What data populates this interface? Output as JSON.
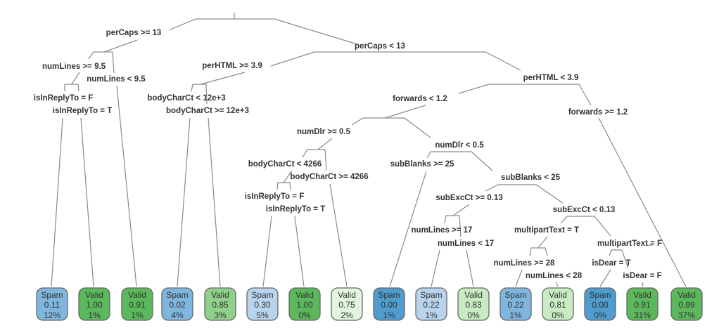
{
  "diagram": {
    "type": "decision-tree",
    "class_labels": [
      "Spam",
      "Valid"
    ],
    "colors": {
      "spam_strong": "#4f9ccf",
      "spam_mid": "#7fb6dd",
      "spam_light": "#b8d4ec",
      "valid_strong": "#5cb85c",
      "valid_mid": "#8fd08a",
      "valid_light": "#c8ebc2",
      "valid_pale": "#e2f5de",
      "branch": "#8a8a8a",
      "text": "#333333"
    },
    "splits": [
      {
        "id": "s1",
        "label": "perCaps >= 13"
      },
      {
        "id": "s2",
        "label": "perCaps < 13"
      },
      {
        "id": "s3",
        "label": "numLines >= 9.5"
      },
      {
        "id": "s4",
        "label": "numLines < 9.5"
      },
      {
        "id": "s5",
        "label": "isInReplyTo = F"
      },
      {
        "id": "s6",
        "label": "isInReplyTo = T"
      },
      {
        "id": "s7",
        "label": "perHTML >= 3.9"
      },
      {
        "id": "s8",
        "label": "perHTML < 3.9"
      },
      {
        "id": "s9",
        "label": "bodyCharCt < 12e+3"
      },
      {
        "id": "s10",
        "label": "bodyCharCt >= 12e+3"
      },
      {
        "id": "s11",
        "label": "forwards < 1.2"
      },
      {
        "id": "s12",
        "label": "forwards >= 1.2"
      },
      {
        "id": "s13",
        "label": "numDlr >= 0.5"
      },
      {
        "id": "s14",
        "label": "numDlr < 0.5"
      },
      {
        "id": "s15",
        "label": "bodyCharCt < 4266"
      },
      {
        "id": "s16",
        "label": "bodyCharCt >= 4266"
      },
      {
        "id": "s17",
        "label": "isInReplyTo = F"
      },
      {
        "id": "s18",
        "label": "isInReplyTo = T"
      },
      {
        "id": "s19",
        "label": "subBlanks >= 25"
      },
      {
        "id": "s20",
        "label": "subBlanks < 25"
      },
      {
        "id": "s21",
        "label": "subExcCt >= 0.13"
      },
      {
        "id": "s22",
        "label": "subExcCt < 0.13"
      },
      {
        "id": "s23",
        "label": "numLines >= 17"
      },
      {
        "id": "s24",
        "label": "numLines < 17"
      },
      {
        "id": "s25",
        "label": "multipartText = T"
      },
      {
        "id": "s26",
        "label": "multipartText = F"
      },
      {
        "id": "s27",
        "label": "numLines >= 28"
      },
      {
        "id": "s28",
        "label": "numLines < 28"
      },
      {
        "id": "s29",
        "label": "isDear = T"
      },
      {
        "id": "s30",
        "label": "isDear = F"
      }
    ],
    "leaves": [
      {
        "class": "Spam",
        "prob": "0.11",
        "pct": "12%",
        "shade": "spam_mid"
      },
      {
        "class": "Valid",
        "prob": "1.00",
        "pct": "1%",
        "shade": "valid_strong"
      },
      {
        "class": "Valid",
        "prob": "0.91",
        "pct": "1%",
        "shade": "valid_strong"
      },
      {
        "class": "Spam",
        "prob": "0.02",
        "pct": "4%",
        "shade": "spam_mid"
      },
      {
        "class": "Valid",
        "prob": "0.85",
        "pct": "3%",
        "shade": "valid_mid"
      },
      {
        "class": "Spam",
        "prob": "0.30",
        "pct": "5%",
        "shade": "spam_light"
      },
      {
        "class": "Valid",
        "prob": "1.00",
        "pct": "0%",
        "shade": "valid_strong"
      },
      {
        "class": "Valid",
        "prob": "0.75",
        "pct": "2%",
        "shade": "valid_pale"
      },
      {
        "class": "Spam",
        "prob": "0.00",
        "pct": "1%",
        "shade": "spam_strong"
      },
      {
        "class": "Spam",
        "prob": "0.22",
        "pct": "1%",
        "shade": "spam_light"
      },
      {
        "class": "Valid",
        "prob": "0.83",
        "pct": "0%",
        "shade": "valid_light"
      },
      {
        "class": "Spam",
        "prob": "0.22",
        "pct": "1%",
        "shade": "spam_mid"
      },
      {
        "class": "Valid",
        "prob": "0.81",
        "pct": "0%",
        "shade": "valid_light"
      },
      {
        "class": "Spam",
        "prob": "0.00",
        "pct": "0%",
        "shade": "spam_strong"
      },
      {
        "class": "Valid",
        "prob": "0.91",
        "pct": "31%",
        "shade": "valid_strong"
      },
      {
        "class": "Valid",
        "prob": "0.99",
        "pct": "37%",
        "shade": "valid_strong"
      }
    ]
  }
}
